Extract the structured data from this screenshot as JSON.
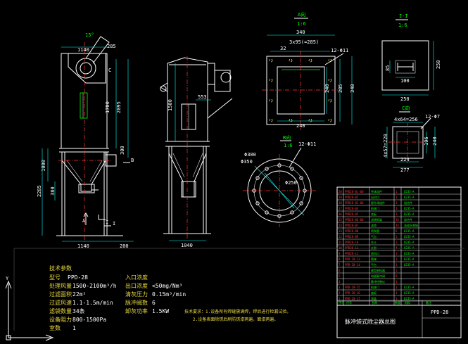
{
  "drawing": {
    "colors": {
      "background": "#000000",
      "outline": "#ffffff",
      "dimension": "#00ffff",
      "centerline": "#ff3333",
      "text": "#00ff00",
      "spec_label": "#e8d840",
      "hidden": "#ffff33"
    },
    "front_view": {
      "angle": "15°",
      "d285": "285",
      "d1140_top": "1140",
      "c_label": "C",
      "d1780": "1780",
      "d2095": "2095",
      "d300": "300",
      "b_label": "B",
      "d1000": "1000",
      "d380": "380",
      "d2285": "2285",
      "a_label": "A",
      "i_label": "I",
      "d1140_bot": "1140",
      "d200": "200"
    },
    "side_view": {
      "d1500": "1500",
      "d553": "553",
      "d1040": "1040"
    },
    "view_a": {
      "title": "A向",
      "scale": "1:6",
      "d340_top": "340",
      "d32": "32",
      "d3x95": "3x95(=285)",
      "holes": "12-Φ11",
      "d240_h": "240",
      "d240_v": "240",
      "d285_v": "285",
      "d340_v": "340"
    },
    "section_i": {
      "title": "I-I",
      "scale": "1:6",
      "d85": "85",
      "d100": "100",
      "d250_v": "250",
      "d250_h": "250"
    },
    "view_c": {
      "title": "C向",
      "d4x64": "4x64=256",
      "holes": "12-Φ7",
      "d4x57": "4x57=228",
      "d196": "196",
      "d240": "240",
      "d224": "224",
      "d277": "277"
    },
    "view_b": {
      "title": "B向",
      "scale": "1:6",
      "holes": "12-Φ11",
      "d300": "Φ300",
      "d350": "Φ350",
      "d250": "Φ250"
    },
    "specs": {
      "title": "技术参数",
      "rows_left": [
        {
          "label": "型号",
          "value": "PPD-28"
        },
        {
          "label": "处理风量",
          "value": "1500-2100m³/h"
        },
        {
          "label": "过滤面积",
          "value": "22m²"
        },
        {
          "label": "过滤风速",
          "value": "1.1-1.5m/min"
        },
        {
          "label": "滤袋数量",
          "value": "34条"
        },
        {
          "label": "设备阻力",
          "value": "800-1500Pa"
        },
        {
          "label": "室数",
          "value": "1"
        }
      ],
      "rows_right": [
        {
          "label": "入口浓度",
          "value": ""
        },
        {
          "label": "出口浓度",
          "value": "<50mg/Nm³"
        },
        {
          "label": "清灰压力",
          "value": "0.15m³/min"
        },
        {
          "label": "脉冲阀数",
          "value": "6"
        },
        {
          "label": "卸灰功率",
          "value": "1.5KW"
        }
      ],
      "notes": [
        "技术要求：1.设备所有焊缝需满焊，焊后进行检漏试验。",
        "2.设备表面除锈后刷防锈漆两遍，面漆两遍。"
      ]
    },
    "title_block": {
      "rows": [
        [
          "20",
          "PPD28-01-00",
          "壳体组件",
          "1",
          "Q235-A",
          ""
        ],
        [
          "19",
          "PPD28-02",
          "出风口",
          "1",
          "Q235-A",
          ""
        ],
        [
          "18",
          "PPD28-03-00",
          "提升阀组件",
          "1",
          "组合件",
          ""
        ],
        [
          "17",
          "PPD28-04",
          "检修门",
          "1",
          "Q235-A",
          ""
        ],
        [
          "16",
          "PPD28-05",
          "花板",
          "1",
          "Q235-A",
          ""
        ],
        [
          "15",
          "PPD28-06-00",
          "滤袋框架",
          "34",
          "组合件",
          ""
        ],
        [
          "14",
          "PPD28-07",
          "滤袋",
          "34",
          "涤纶针刺毡",
          ""
        ],
        [
          "13",
          "PPD28-08",
          "喷吹管",
          "6",
          "Q235-A",
          ""
        ],
        [
          "12",
          "PPD28-09",
          "气包",
          "1",
          "Q235-A",
          ""
        ],
        [
          "11",
          "PPD28-10",
          "灰斗",
          "1",
          "Q235-A",
          ""
        ],
        [
          "10",
          "PPD28-11",
          "支腿",
          "4",
          "Q235-A",
          ""
        ],
        [
          "9",
          "PPD28-12",
          "进风口",
          "1",
          "Q235-A",
          ""
        ],
        [
          "8",
          "PPD-28-13",
          "爬梯",
          "1",
          "Q235-A",
          ""
        ],
        [
          "7",
          "PPD-28-14",
          "平台",
          "1",
          "Q235-A",
          ""
        ],
        [
          "6",
          "",
          "星型卸料器",
          "1",
          "",
          ""
        ],
        [
          "5",
          "",
          "电磁脉冲阀",
          "6",
          "",
          ""
        ],
        [
          "4",
          "",
          "脉冲控制仪",
          "1",
          "",
          ""
        ],
        [
          "3",
          "PPD-28-15",
          "检修门",
          "1",
          "Q235-A",
          ""
        ],
        [
          "2",
          "PPD-28-16",
          "盖板",
          "1",
          "Q235-A",
          ""
        ],
        [
          "1",
          "PPD-28-17",
          "顶盖",
          "1",
          "Q235-A",
          ""
        ]
      ],
      "header": [
        "序号",
        "代号",
        "名称",
        "数量",
        "材料",
        "备注"
      ],
      "drawing_no": "PPD-28",
      "name": "脉冲袋式除尘器总图"
    }
  }
}
